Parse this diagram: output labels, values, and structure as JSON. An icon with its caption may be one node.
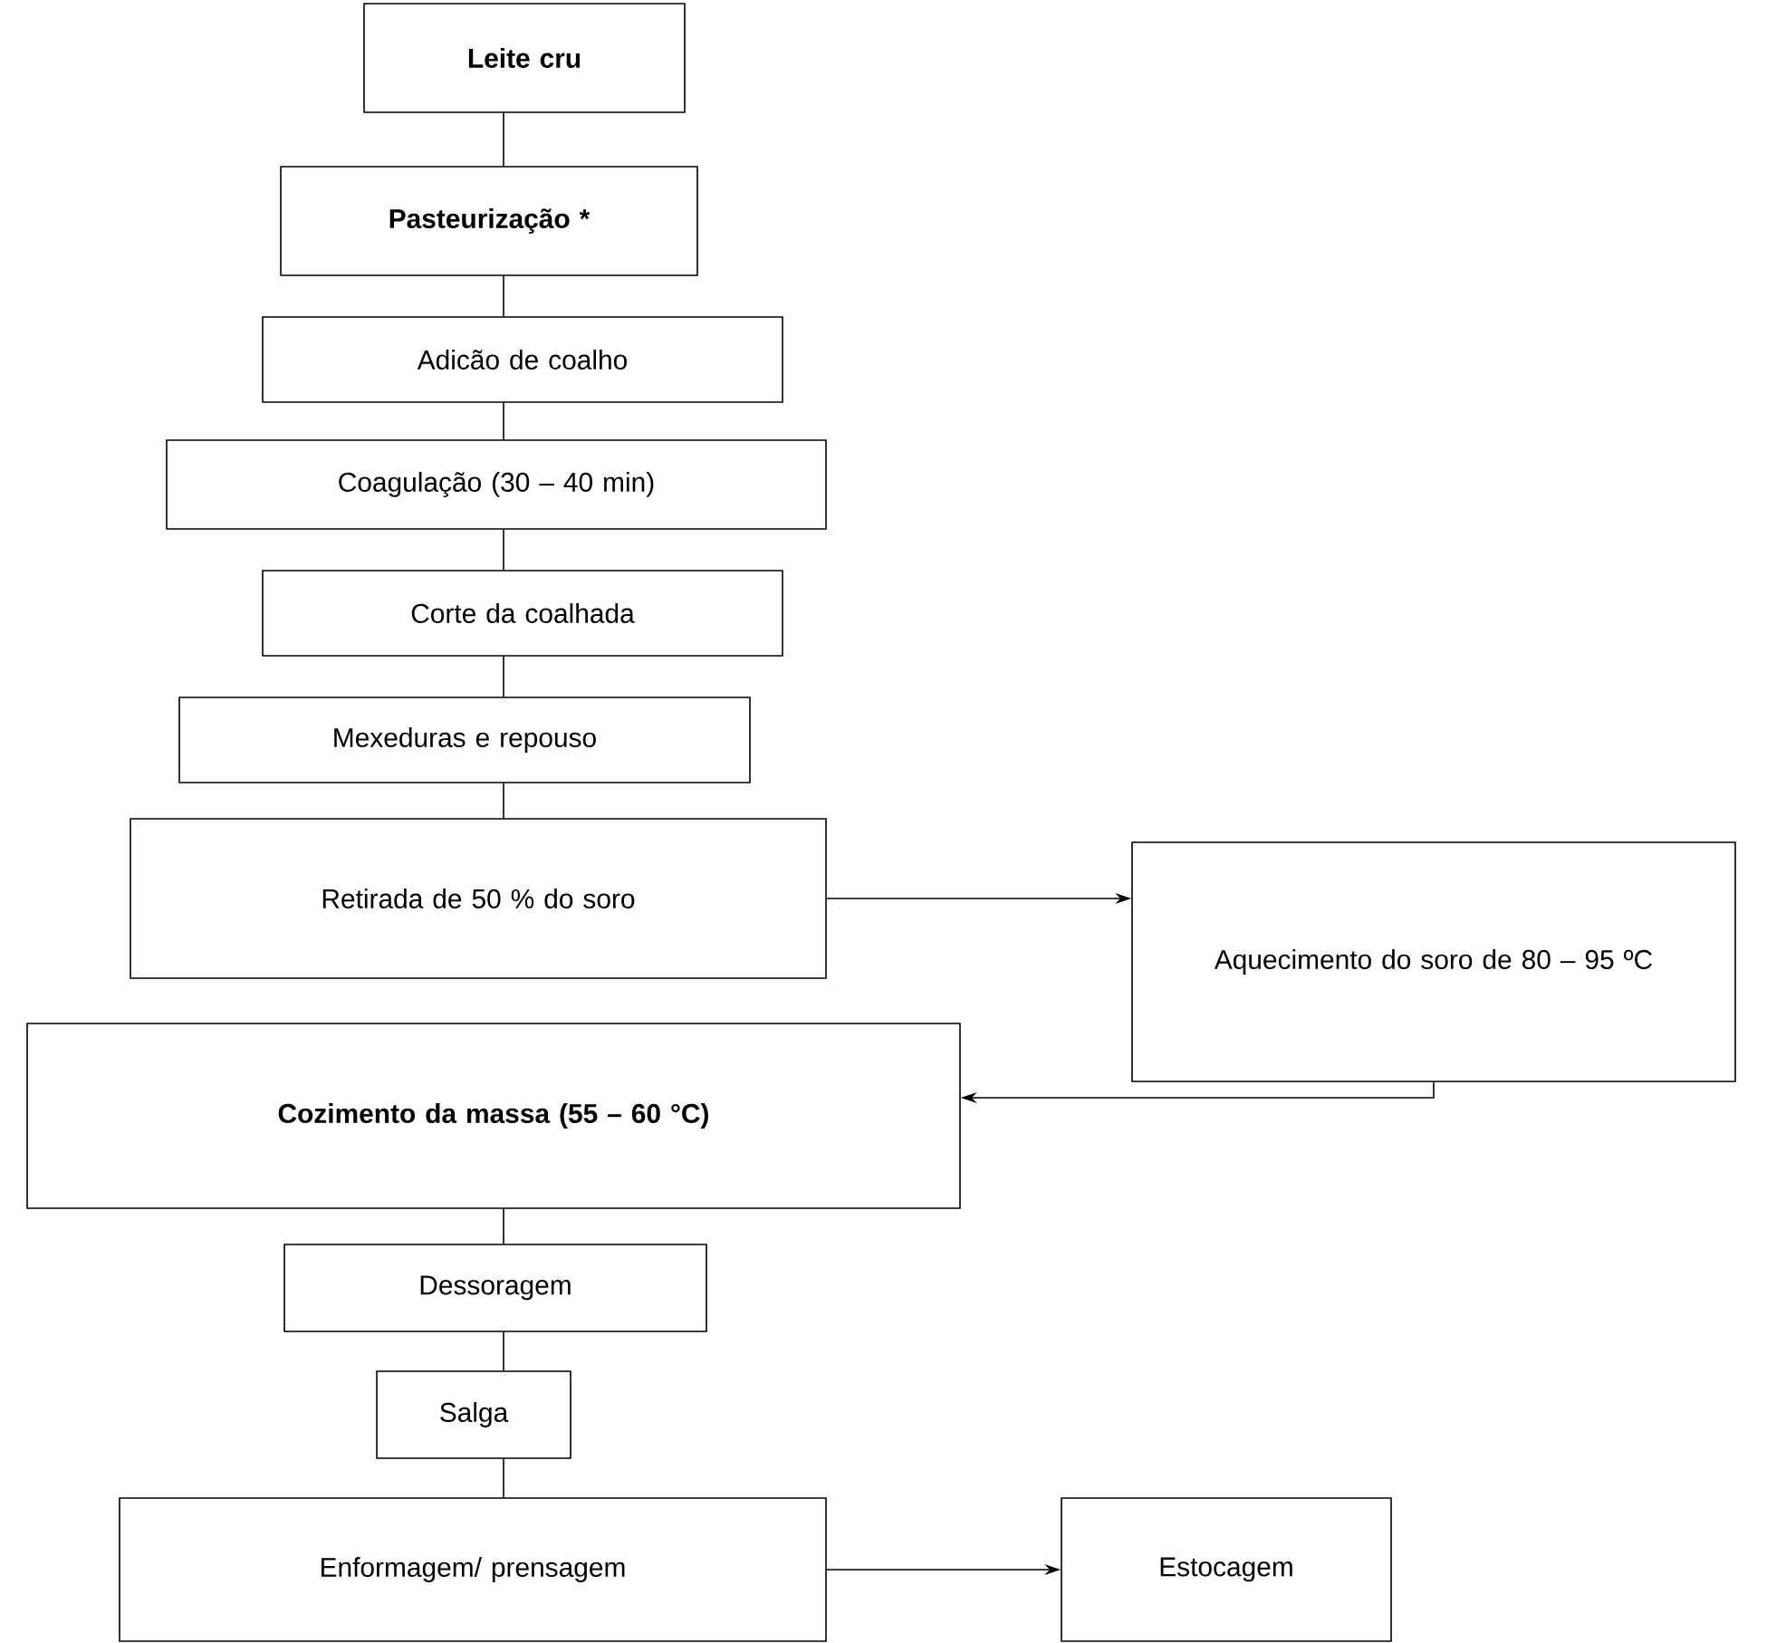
{
  "diagram": {
    "nodes": [
      {
        "text": [
          "Leite cru"
        ]
      },
      {
        "text": [
          "Pasteurização *"
        ]
      },
      {
        "text": [
          "Adicão de coalho"
        ]
      },
      {
        "text": [
          "Coagulação (30 – 40 min)"
        ]
      },
      {
        "text": [
          "Corte da coalhada"
        ]
      },
      {
        "text": [
          "Mexeduras e repouso"
        ]
      },
      {
        "text": [
          "Retirada de 50 % do soro"
        ]
      },
      {
        "text": [
          "Aquecimento do soro de 80 – 95 ºC"
        ]
      },
      {
        "text": [
          "Cozimento da massa (55 – 60 °C)"
        ]
      },
      {
        "text": [
          "Dessoragem"
        ]
      },
      {
        "text": [
          "Salga"
        ]
      },
      {
        "text": [
          "Enformagem/ prensagem"
        ]
      },
      {
        "text": [
          "Estocagem"
        ]
      }
    ],
    "edges": [
      {
        "from": 0,
        "to": 1,
        "arrow": "none"
      },
      {
        "from": 1,
        "to": 2,
        "arrow": "none"
      },
      {
        "from": 2,
        "to": 3,
        "arrow": "none"
      },
      {
        "from": 3,
        "to": 4,
        "arrow": "none"
      },
      {
        "from": 4,
        "to": 5,
        "arrow": "none"
      },
      {
        "from": 5,
        "to": 6,
        "arrow": "none"
      },
      {
        "from": 6,
        "to": 7,
        "arrow": "to"
      },
      {
        "from": 7,
        "to": 8,
        "arrow": "to"
      },
      {
        "from": 8,
        "to": 9,
        "arrow": "none"
      },
      {
        "from": 9,
        "to": 10,
        "arrow": "none"
      },
      {
        "from": 10,
        "to": 11,
        "arrow": "none"
      },
      {
        "from": 11,
        "to": 12,
        "arrow": "to"
      }
    ]
  }
}
